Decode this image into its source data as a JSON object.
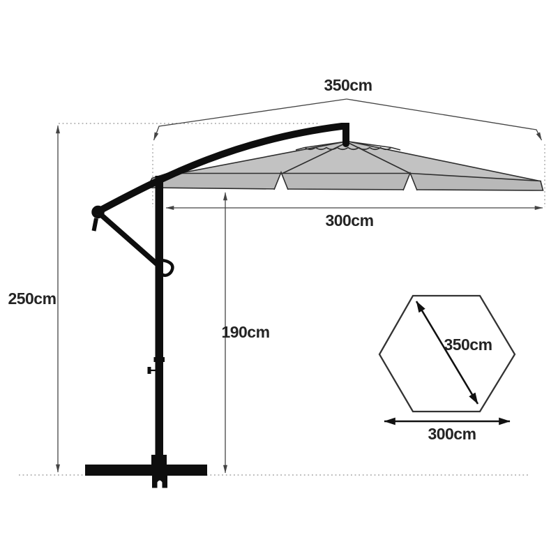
{
  "title": "Cantilever parasol dimension diagram",
  "side_view": {
    "top_width_label": "350cm",
    "canopy_width_label": "300cm",
    "total_height_label": "250cm",
    "clearance_height_label": "190cm"
  },
  "top_view": {
    "diagonal_label": "350cm",
    "flat_width_label": "300cm"
  },
  "colors": {
    "background": "#ffffff",
    "canopy_fill": "#c2c2c2",
    "valance_fill": "#b9b9b9",
    "outline": "#2e2e2e",
    "frame_black": "#0e0e0e",
    "dimension_line": "#444444",
    "dotted_line": "#8f8f8f",
    "label_text": "#242424"
  }
}
